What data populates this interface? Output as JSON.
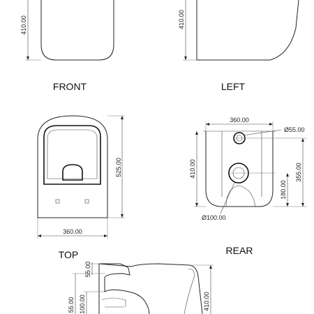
{
  "views": {
    "front": "FRONT",
    "left": "LEFT",
    "top": "TOP",
    "rear": "REAR"
  },
  "dimensions": {
    "front_height": "410.00",
    "left_height": "410.00",
    "top_depth": "525.00",
    "top_width": "360.00",
    "rear_width": "360.00",
    "rear_height": "410.00",
    "rear_inlet_height": "355.00",
    "rear_outlet_height": "180.00",
    "rear_inlet_diameter": "Ø55.00",
    "rear_outlet_diameter": "Ø100.00",
    "section_top": "55.00",
    "section_left_a": "55.00",
    "section_left_b": "100.00",
    "section_right_height": "410.00"
  }
}
